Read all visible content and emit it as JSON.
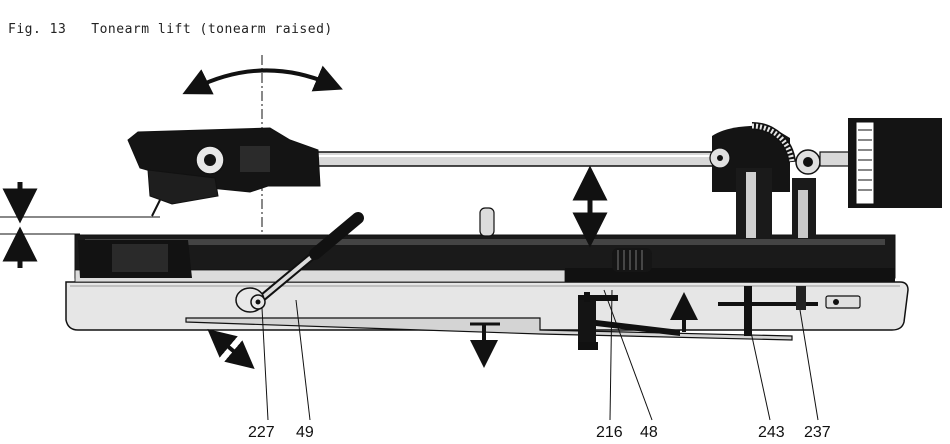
{
  "figure": {
    "caption": "Fig. 13   Tonearm lift (tonearm raised)"
  },
  "callouts": [
    {
      "id": "227",
      "label": "227"
    },
    {
      "id": "49",
      "label": "49"
    },
    {
      "id": "216",
      "label": "216"
    },
    {
      "id": "48",
      "label": "48"
    },
    {
      "id": "243",
      "label": "243"
    },
    {
      "id": "237",
      "label": "237"
    }
  ],
  "colors": {
    "ink": "#111111",
    "base_fill": "#e6e6e6",
    "dark_fill": "#151515",
    "mid_fill": "#5a5a5a",
    "paper": "#ffffff"
  }
}
